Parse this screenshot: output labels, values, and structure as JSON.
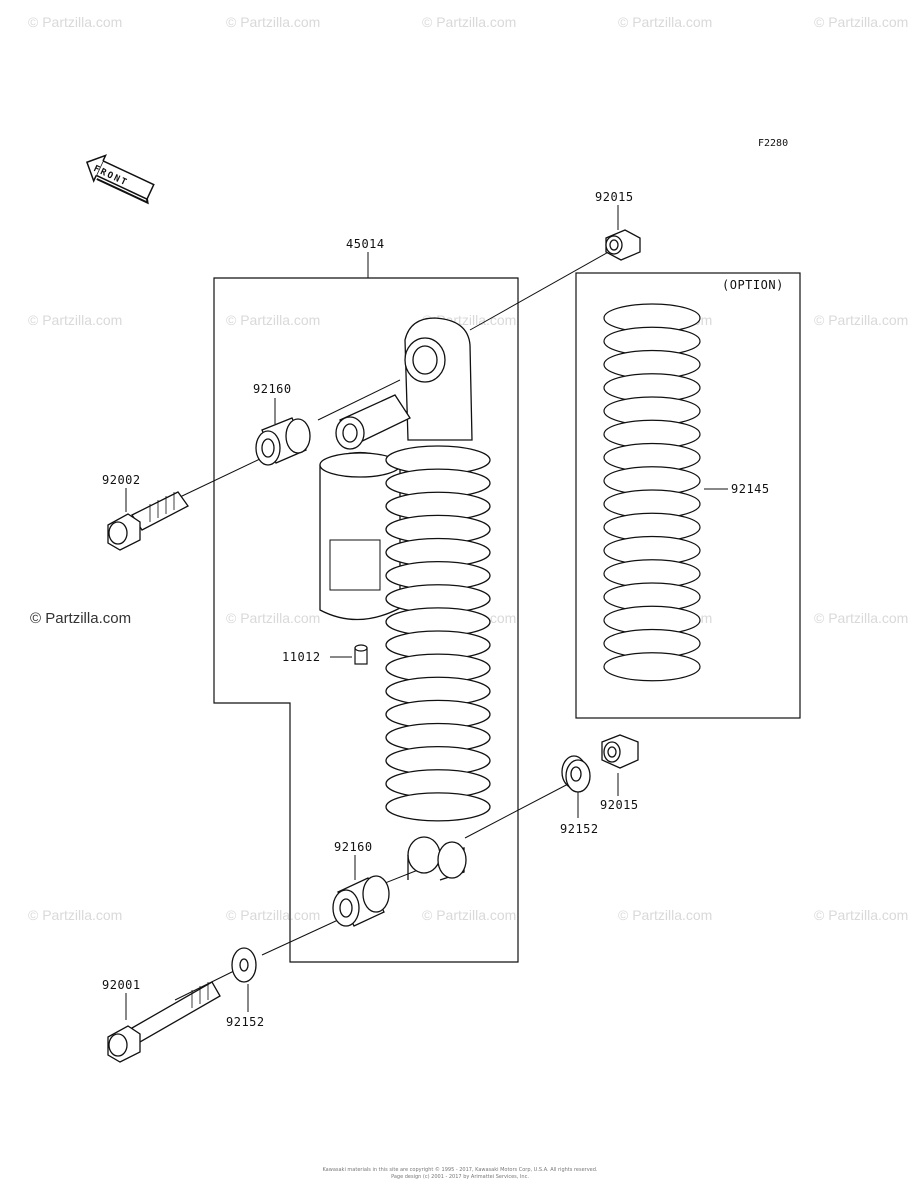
{
  "watermark": "© Partzilla.com",
  "diagram_code": "F2280",
  "front_label": "FRONT",
  "option_label": "(OPTION)",
  "parts": {
    "p45014": "45014",
    "p92015_top": "92015",
    "p92160_upper": "92160",
    "p92002": "92002",
    "p92145": "92145",
    "p11012": "11012",
    "p92015_bottom": "92015",
    "p92152_right": "92152",
    "p92160_lower": "92160",
    "p92001": "92001",
    "p92152_left": "92152"
  },
  "footer": {
    "line1": "Kawasaki materials in this site are copyright © 1995 - 2017, Kawasaki Motors Corp, U.S.A. All rights reserved.",
    "line2": "Page design (c) 2001 - 2017 by Arimattei Services, Inc."
  }
}
